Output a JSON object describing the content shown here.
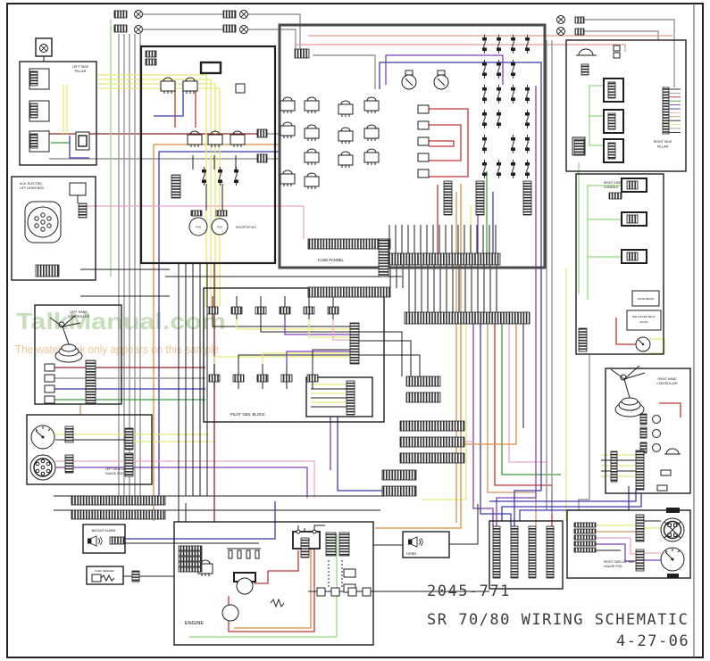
{
  "title_block": {
    "part_number": "2045-771",
    "schematic_title": "SR 70/80 WIRING SCHEMATIC",
    "date": "4-27-06"
  },
  "watermark": {
    "site": "TalkManual.com",
    "note": "The watermark only appears on this sample"
  },
  "boxes": {
    "left_pillar": {
      "l1": "LEFT SIDE",
      "l2": "PILLAR"
    },
    "aux_electric": {
      "l1": "AUX. ELECTRIC",
      "l2": "LIFT LEVER BOX"
    },
    "left_controller": {
      "l1": "LEFT HAND",
      "l2": "CONTROLLER"
    },
    "left_lap_bar": {
      "l1": "LEFT SIDE LAP BAR",
      "l2": "GAUGE POD"
    },
    "backup_alarm": {
      "l1": "BACKUP ALARM"
    },
    "fuel_sender": {
      "l1": "FUEL SENDER"
    },
    "rooftop_ac": {
      "l1": "ROOFTOP A/C"
    },
    "fuse_panel": {
      "l1": "FUSE PANNEL"
    },
    "pilot_gen_block": {
      "l1": "PILOT GEN. BLOCK"
    },
    "engine": {
      "l1": "ENGINE"
    },
    "horn": {
      "l1": "HORN"
    },
    "right_pillar": {
      "l1": "RIGHT SIDE",
      "l2": "PILLAR"
    },
    "right_console": {
      "l1": "RIGHT SIDE",
      "l2": "CONSOLE"
    },
    "right_controller": {
      "l1": "RIGHT HAND",
      "l2": "CONTROLLER"
    },
    "right_lap_bar": {
      "l1": "RIGHT SIDE LAP BAR",
      "l2": "GAUGE POD"
    }
  },
  "components": {
    "fan": "FAN",
    "battery": "BAT",
    "hour_meter": "HOUR METER",
    "bar_locking_relay_l1": "BAR LOCKING RELAY",
    "bar_locking_relay_l2": "500-003"
  },
  "colors": {
    "wire_black": "#1f1f1f",
    "wire_gray": "#979797",
    "wire_red": "#c23434",
    "wire_dark_red": "#8e2727",
    "wire_green": "#3f9e3f",
    "wire_light_green": "#8fdc7a",
    "wire_blue": "#3b3bb0",
    "wire_purple": "#8040b8",
    "wire_yellow": "#e6e67a",
    "wire_pink": "#eaa8cc",
    "wire_salmon": "#e79a92",
    "wire_orange": "#de8a3a",
    "wire_tan": "#c49b5e"
  }
}
